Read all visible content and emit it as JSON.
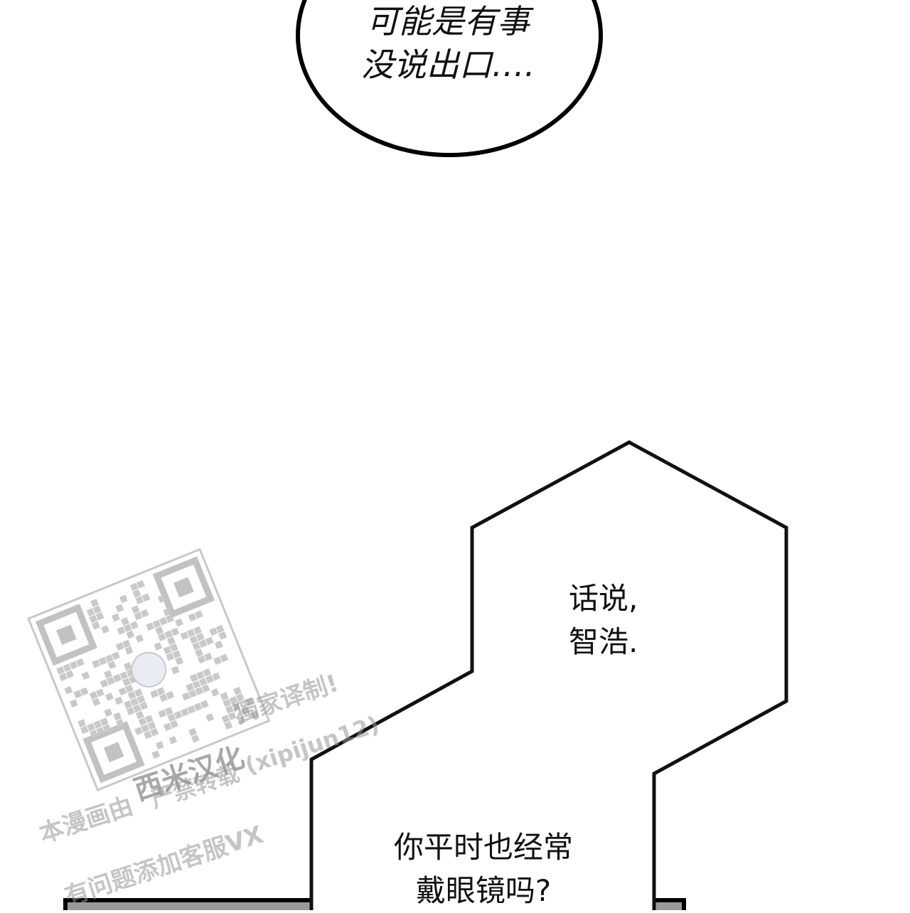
{
  "bubbles": {
    "round": {
      "text": "可能是有事\n没说出口….",
      "text_color": "#111111",
      "border_color": "#000000"
    },
    "hex_top": {
      "text": "话说,\n智浩."
    },
    "hex_bottom": {
      "text": "你平时也经常\n戴眼镜吗?"
    }
  },
  "watermark": {
    "line_1": "西米汉化",
    "line_2": "獨家译制!",
    "line_3": "(xipijun12)",
    "line_4": "本漫画由",
    "line_5": "严禁转载",
    "line_6": "有问题添加客服VX",
    "color": "#9a9a9a",
    "icon": "qr-code-icon"
  },
  "colors": {
    "background": "#ffffff",
    "ink": "#000000",
    "panel_fill": "#9a9a9a"
  }
}
